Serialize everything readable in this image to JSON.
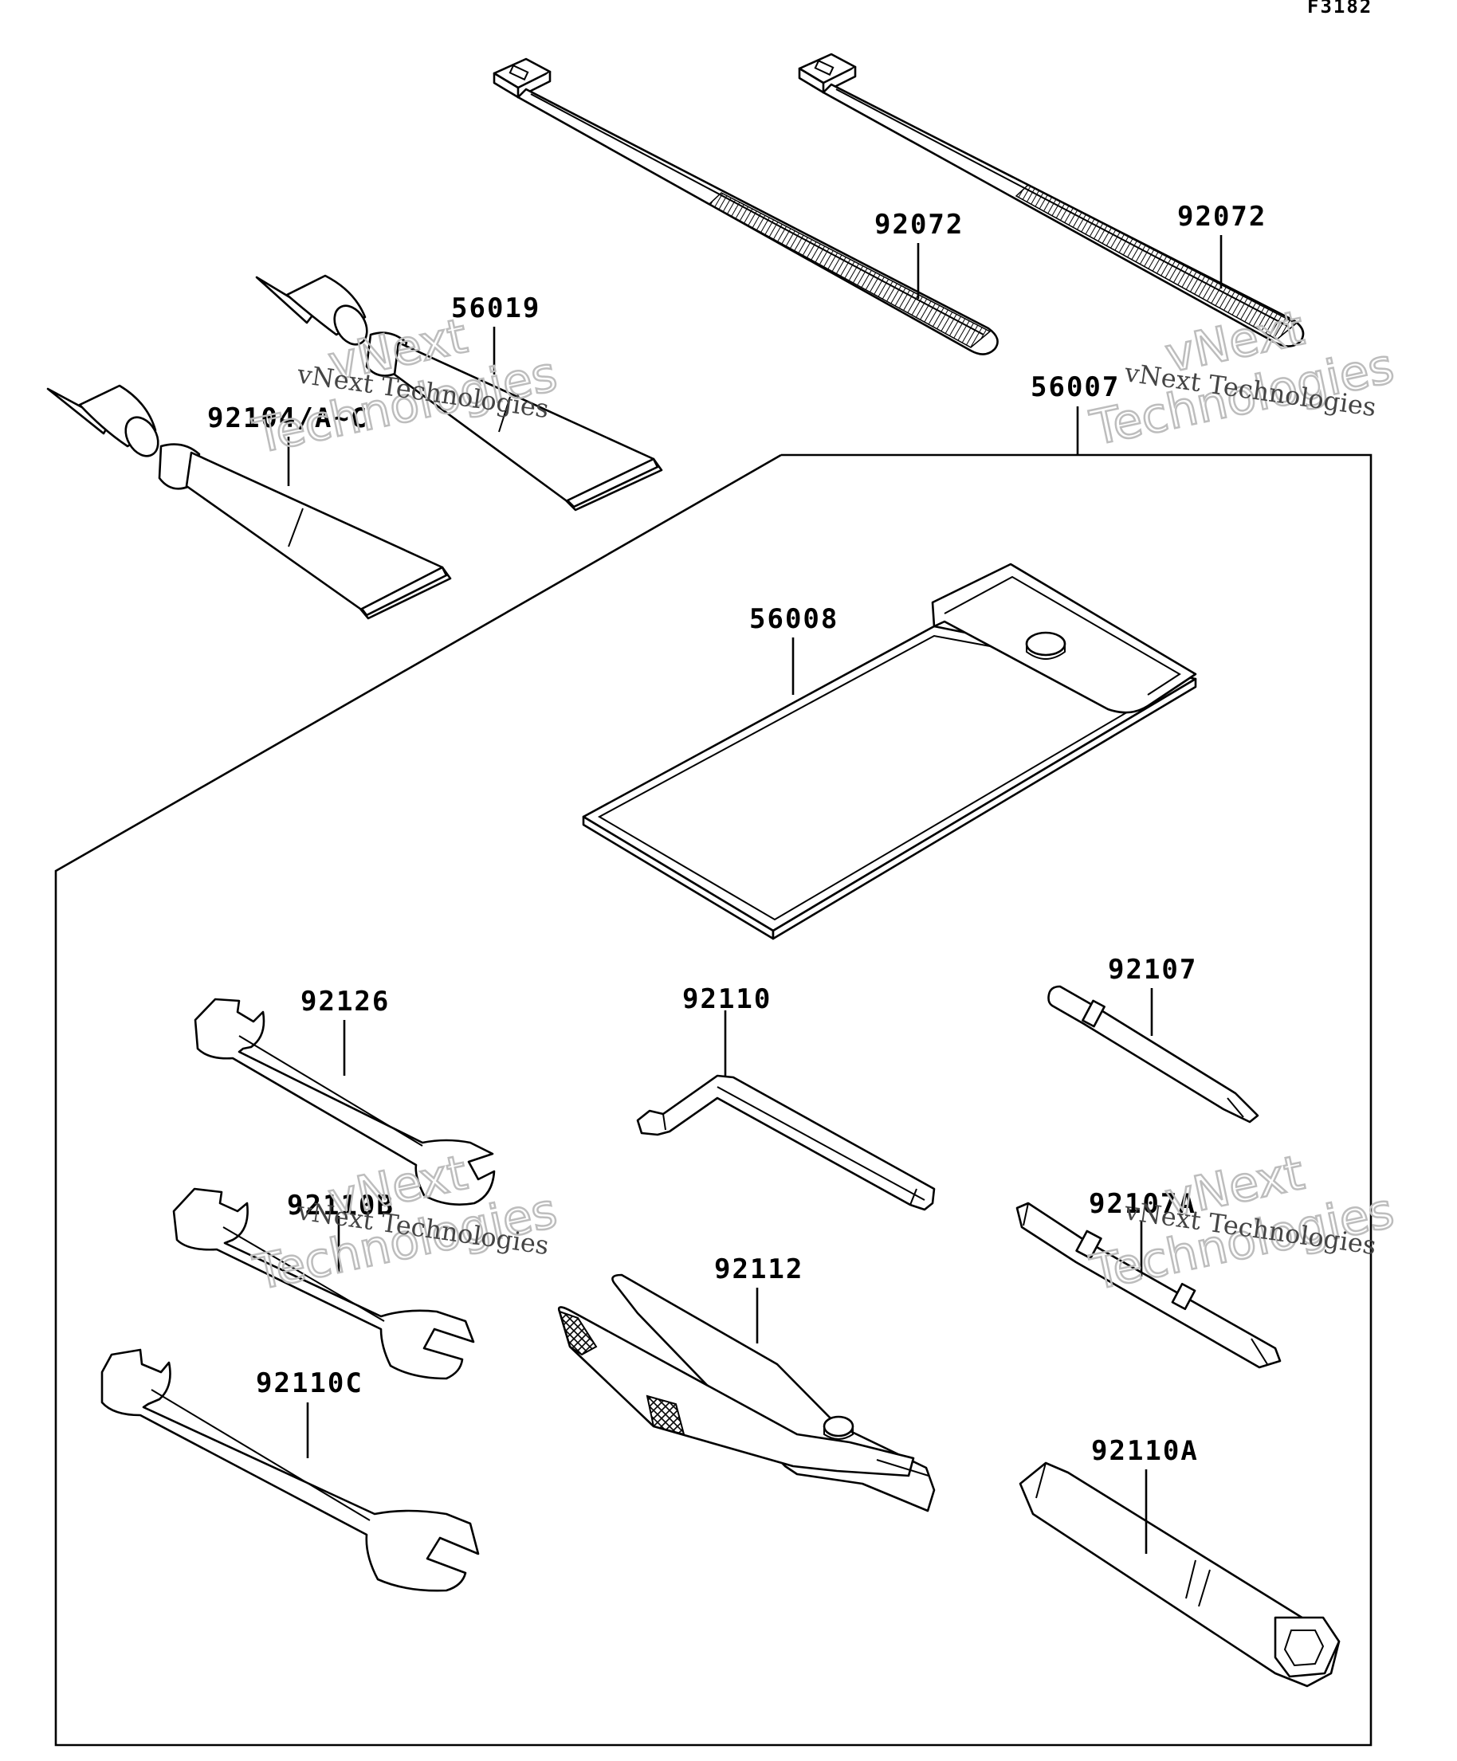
{
  "figure_code": "F3182",
  "part_labels": {
    "cable_tie_left": "92072",
    "cable_tie_right": "92072",
    "grease_tube_small": "56019",
    "grease_tube_large": "92104/A~C",
    "tool_kit": "56007",
    "tool_bag": "56008",
    "wrench_top": "92126",
    "wrench_middle": "92110B",
    "wrench_bottom": "92110C",
    "hex_key": "92110",
    "phillips_bit": "92107",
    "screwdriver": "92107A",
    "pliers": "92112",
    "spark_plug_wrench": "92110A"
  },
  "watermarks": {
    "company_small": "vNext Technologies",
    "line1": "vNext",
    "line2": "Technologies"
  }
}
